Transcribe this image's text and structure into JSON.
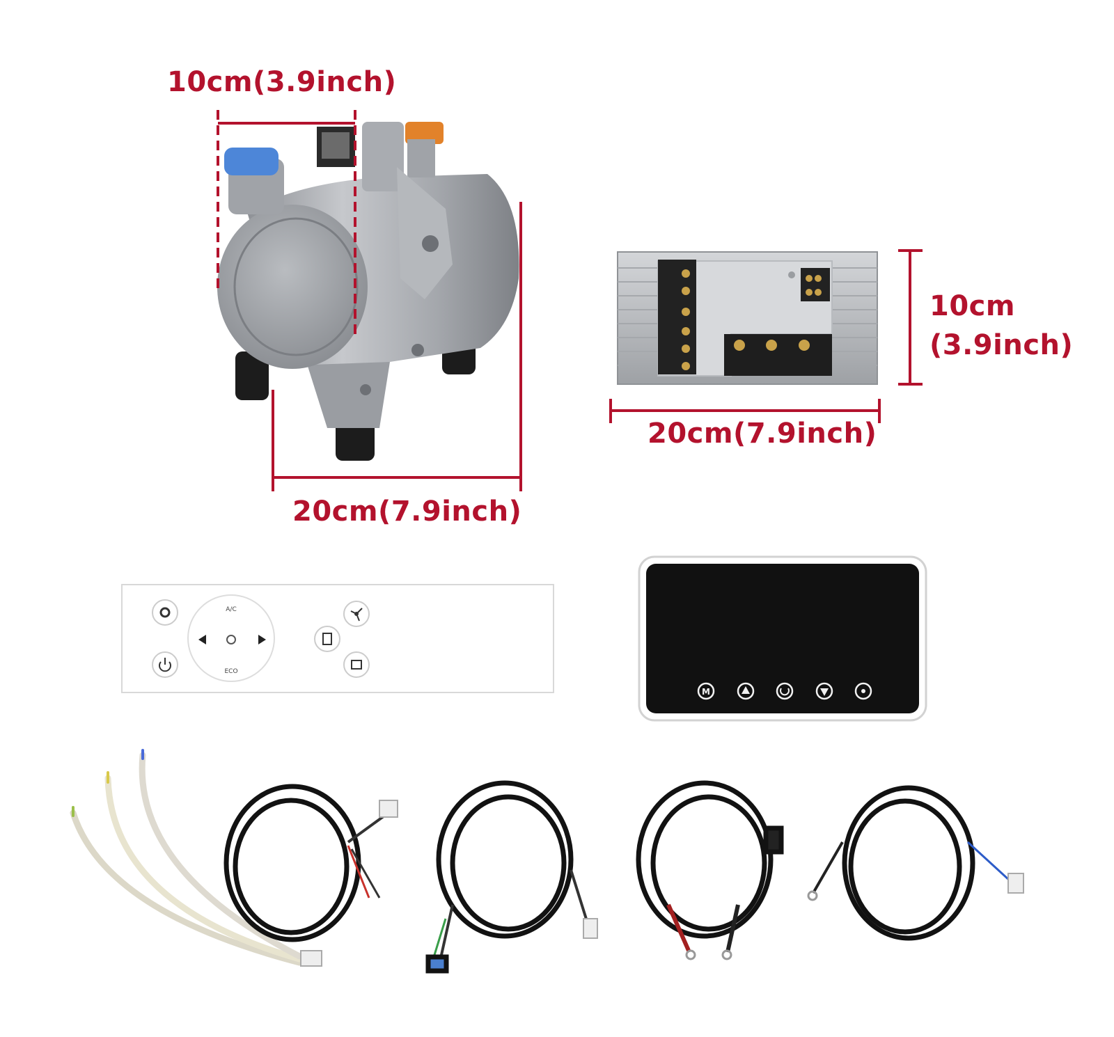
{
  "colors": {
    "dimension": "#b3122d",
    "compressor_body": "#a8abb0",
    "controller_panel": "#1a1a1a",
    "cable": "#111111"
  },
  "compressor": {
    "height_label": "10cm(3.9inch)",
    "width_label": "20cm(7.9inch)"
  },
  "controller_module": {
    "height_label_line1": "10cm",
    "height_label_line2": "(3.9inch)",
    "width_label": "20cm(7.9inch)"
  },
  "remote_panel": {
    "icons": [
      "gear-icon",
      "power-icon",
      "fan-icon",
      "battery-icon",
      "mode-icon",
      "sun-icon"
    ],
    "ring_text_top": "A/C",
    "ring_text_bottom": "ECO"
  },
  "touch_panel": {
    "icons": [
      "mode-m-icon",
      "up-arrow-icon",
      "power-icon",
      "down-arrow-icon",
      "fan-icon"
    ],
    "m_glyph": "M"
  }
}
